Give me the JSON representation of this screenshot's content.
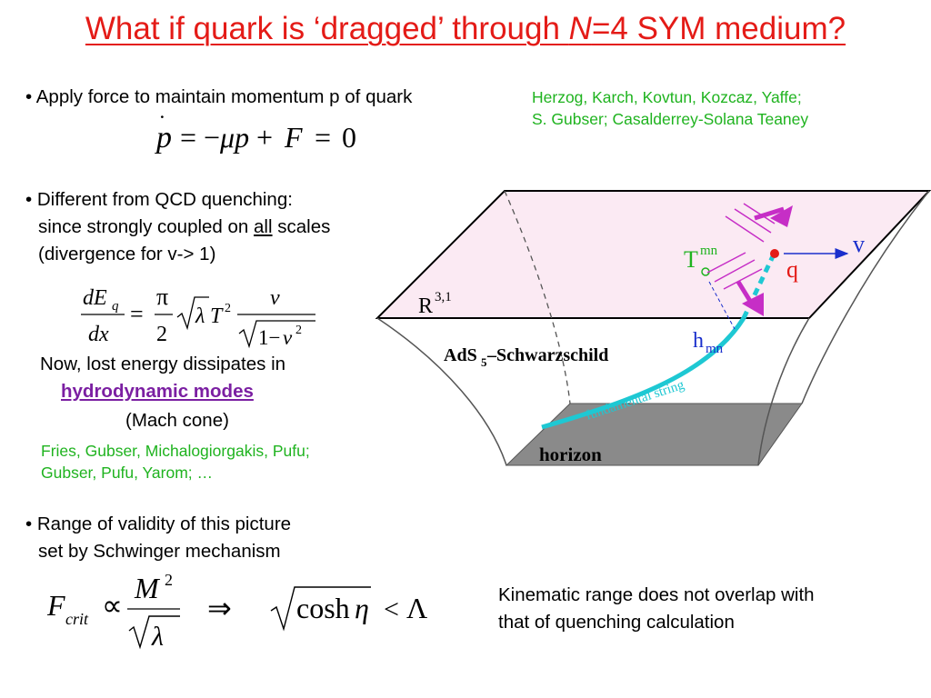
{
  "title": {
    "pre": "What if quark is ‘dragged’ through ",
    "n": "N",
    "post": "=4 SYM medium?"
  },
  "refs_top": [
    "Herzog, Karch, Kovtun, Kozcaz, Yaffe;",
    "S. Gubser; Casalderrey-Solana Teaney"
  ],
  "bullet1": "• Apply force to maintain momentum p of quark",
  "eq1": "ṗ = −μp + F = 0",
  "bullet2": {
    "line1": "• Different from QCD quenching:",
    "line2_pre": "since strongly coupled on ",
    "line2_u": "all",
    "line2_post": " scales",
    "line3": "(divergence for v-> 1)"
  },
  "eq2": "dE_q/dx = π/2 √λ T² v/√(1−v²)",
  "dissipate": {
    "line1": "Now, lost energy dissipates in",
    "link": "hydrodynamic modes",
    "line3": "(Mach cone)"
  },
  "refs_mid": [
    "Fries, Gubser, Michalogiorgakis, Pufu;",
    "Gubser, Pufu, Yarom; …"
  ],
  "bullet3": {
    "line1": "• Range of validity of this picture",
    "line2": "set by Schwinger mechanism"
  },
  "eq3": "F_crit ∝ M²/√λ ⇒ √coshη < Λ",
  "kinematic": [
    "Kinematic range does not overlap with",
    "that of quenching calculation"
  ],
  "diagram": {
    "label_r31": "R",
    "label_r31_sup": "3,1",
    "label_ads": "AdS",
    "label_ads_sub": "5",
    "label_ads_post": " –Schwarzschild",
    "label_horizon": "horizon",
    "label_string": "fundamental string",
    "label_t": "T",
    "label_t_sup": "mn",
    "label_h": "h",
    "label_h_sub": "mn",
    "label_v": "v",
    "label_q": "q"
  },
  "colors": {
    "title": "#e41b17",
    "refs": "#1fb31f",
    "link": "#7b1fa2",
    "brane_fill": "#fbeaf3",
    "horizon_fill": "#8a8a8a",
    "string": "#1ec8d3",
    "arrow": "#c62ec6",
    "quark": "#e41b17",
    "label_blue": "#1a2fcc"
  }
}
